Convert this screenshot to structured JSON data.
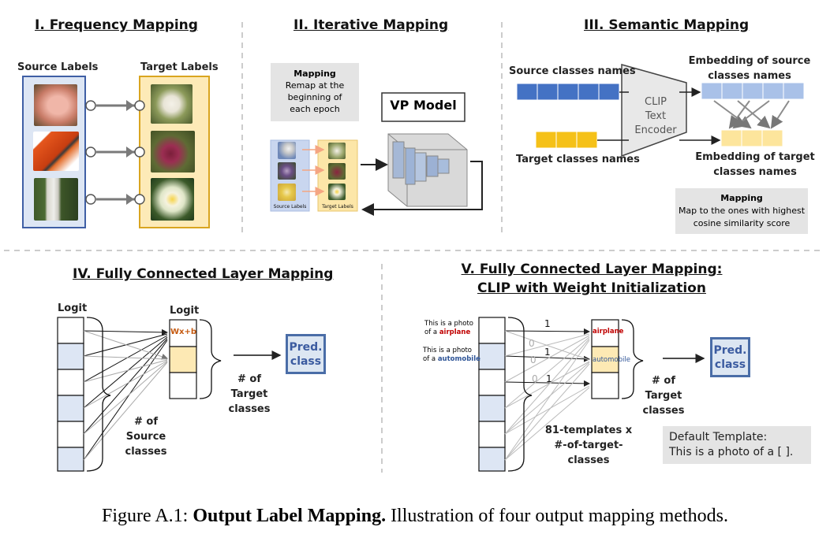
{
  "sections": {
    "s1": {
      "title": "I. Frequency Mapping",
      "source_label": "Source Labels",
      "target_label": "Target Labels",
      "source_images": [
        "pig-photo",
        "lifeboat-photo",
        "bottle-photo"
      ],
      "target_images": [
        "white-flower-photo",
        "fritillary-flower-photo",
        "water-lily-photo"
      ]
    },
    "s2": {
      "title": "II. Iterative Mapping",
      "mapping_title": "Mapping",
      "mapping_desc_lines": [
        "Remap at the",
        "beginning of",
        "each epoch"
      ],
      "model_label": "VP Model",
      "mini_source": "Source Labels",
      "mini_target": "Target Labels"
    },
    "s3": {
      "title": "III. Semantic Mapping",
      "source_names": "Source classes names",
      "target_names": "Target classes names",
      "encoder_lines": [
        "CLIP",
        "Text",
        "Encoder"
      ],
      "emb_source_lines": [
        "Embedding  of source",
        "classes names"
      ],
      "emb_target_lines": [
        "Embedding of target",
        "classes names"
      ],
      "mapping_title": "Mapping",
      "mapping_desc_lines": [
        "Map to the ones with highest",
        "cosine similarity score"
      ]
    },
    "s4": {
      "title": "IV. Fully Connected Layer Mapping",
      "logit_left": "Logit",
      "logit_right": "Logit",
      "wxb": "Wx+b",
      "target_brace_lines": [
        "# of",
        "Target",
        "classes"
      ],
      "source_brace_lines": [
        "# of",
        "Source",
        "classes"
      ],
      "pred_lines": [
        "Pred.",
        "class"
      ]
    },
    "s5": {
      "title_lines": [
        "V. Fully Connected Layer Mapping:",
        "CLIP with Weight Initialization"
      ],
      "prompt1_lines": [
        "This is a photo",
        "of a"
      ],
      "prompt1_word": "airplane",
      "prompt2_lines": [
        "This is a photo",
        "of a"
      ],
      "prompt2_word": "automobile",
      "weights": [
        "1",
        "0",
        "1",
        "0",
        "0",
        "1"
      ],
      "out_airplane": "airplane",
      "out_automobile": "automobile",
      "target_brace_lines": [
        "# of",
        "Target",
        "classes"
      ],
      "templates_lines": [
        "81-templates x",
        "#-of-target-classes"
      ],
      "default_lines": [
        "Default Template:",
        "This is a photo of a [ ]."
      ],
      "pred_lines": [
        "Pred.",
        "class"
      ]
    }
  },
  "caption": {
    "prefix": "Figure A.1: ",
    "bold": "Output Label Mapping.",
    "rest": " Illustration of four output mapping methods."
  },
  "colors": {
    "blue_dark": "#4472c4",
    "blue_light": "#dde6f4",
    "blue_emb": "#a9c1e8",
    "yellow": "#f7c21a",
    "yellow_light": "#fde9b4",
    "yellow_border": "#d4a82a",
    "airplane_red": "#c00000",
    "automobile_blue": "#2f5597",
    "wxb_orange": "#c55a11"
  }
}
